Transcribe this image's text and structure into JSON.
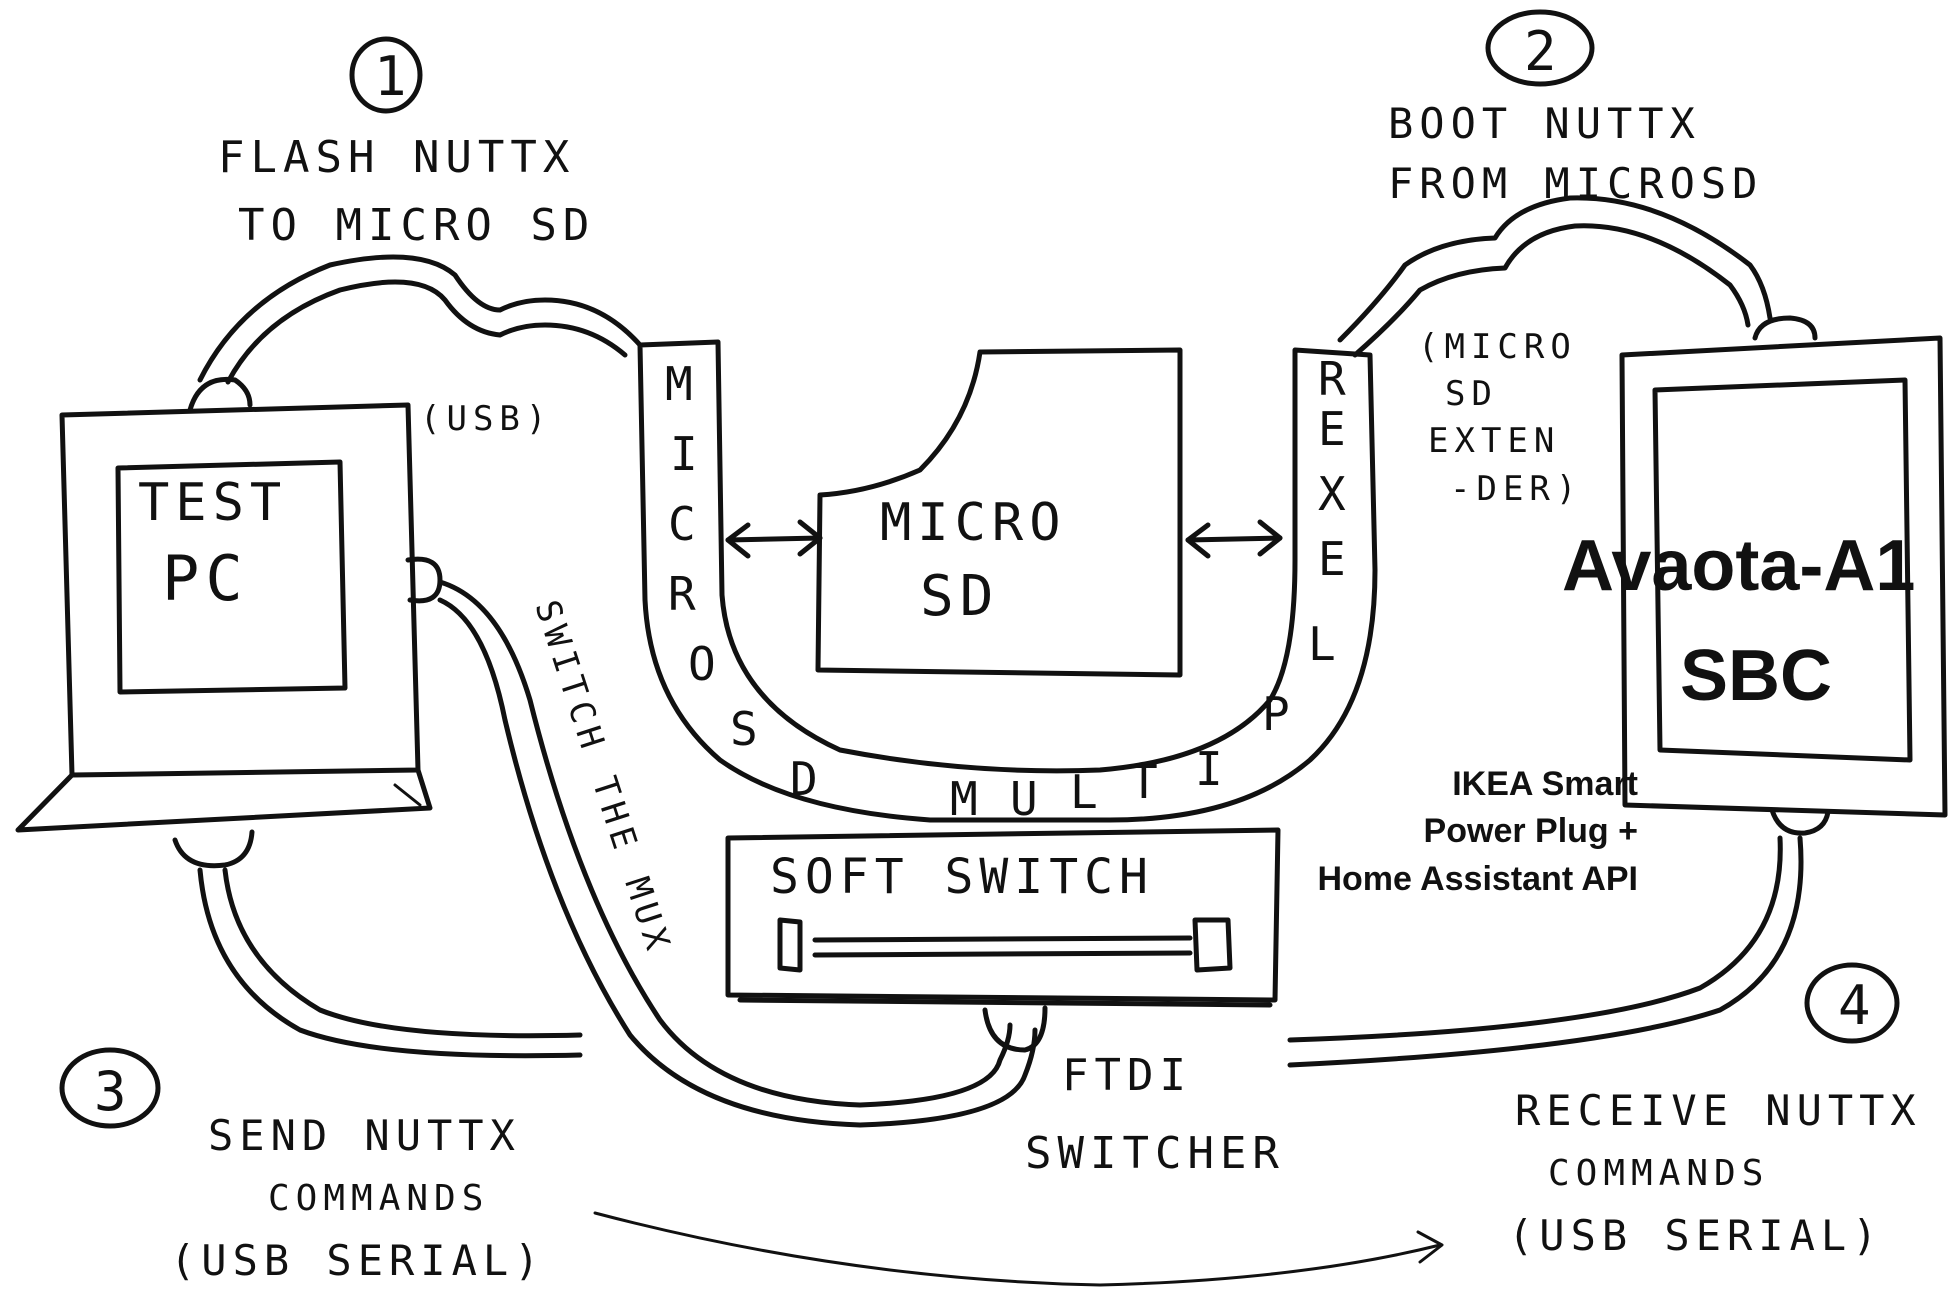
{
  "steps": {
    "step1": {
      "number": "1",
      "line1": "FLASH NUTTX",
      "line2": "TO MICRO SD"
    },
    "step2": {
      "number": "2",
      "line1": "BOOT NUTTX",
      "line2": "FROM MICROSD"
    },
    "step3": {
      "number": "3",
      "line1": "SEND NUTTX",
      "line2": "COMMANDS",
      "line3": "(USB SERIAL)"
    },
    "step4": {
      "number": "4",
      "line1": "RECEIVE NUTTX",
      "line2": "COMMANDS",
      "line3": "(USB SERIAL)"
    }
  },
  "test_pc": {
    "line1": "TEST",
    "line2": "PC"
  },
  "usb_label": "(USB)",
  "microsd": {
    "line1": "MICRO",
    "line2": "SD"
  },
  "multiplexer": {
    "left_letters": "MICRO",
    "bottom_letters": "SD MULTI",
    "right_letters": "PLEXER"
  },
  "extender": {
    "line1": "(MICRO",
    "line2": "SD",
    "line3": "EXTEN",
    "line4": "-DER)"
  },
  "sbc": {
    "line1": "Avaota-A1",
    "line2": "SBC"
  },
  "soft_switch": "SOFT SWITCH",
  "power_plug": {
    "line1": "IKEA Smart",
    "line2": "Power Plug +",
    "line3": "Home Assistant API"
  },
  "switch_mux": "SWITCH THE MUX",
  "ftdi": {
    "line1": "FTDI",
    "line2": "SWITCHER"
  }
}
